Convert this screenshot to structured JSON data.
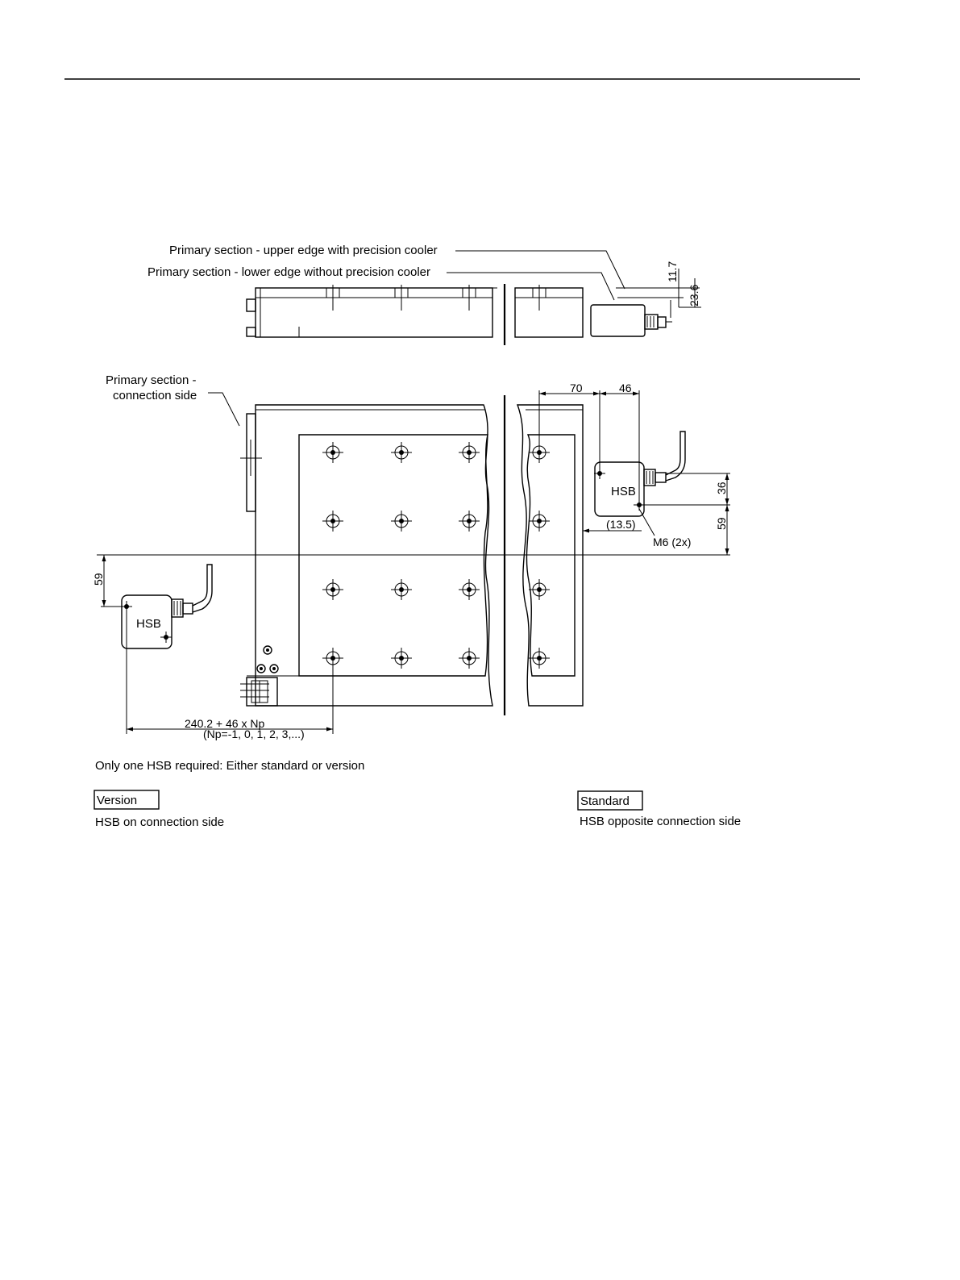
{
  "drawing": {
    "top_view_labels": {
      "upper_edge": "Primary section - upper edge with precision cooler",
      "lower_edge": "Primary section - lower edge without precision cooler"
    },
    "side_label": {
      "line1": "Primary section -",
      "line2": "connection side"
    },
    "dimensions": {
      "d_11_7": "11.7",
      "d_23_6": "23.6",
      "d_70": "70",
      "d_46": "46",
      "d_36": "36",
      "d_59_right": "59",
      "d_59_left": "59",
      "d_13_5": "(13.5)",
      "m6": "M6 (2x)",
      "formula": "240.2 + 46 x Np",
      "formula_np": "(Np=-1, 0, 1, 2, 3,...)"
    },
    "hsb_label_right": "HSB",
    "hsb_label_left": "HSB"
  },
  "notes": {
    "requirement": "Only one HSB required: Either standard or version",
    "version_tag": "Version",
    "version_desc": "HSB on connection side",
    "standard_tag": "Standard",
    "standard_desc": "HSB opposite connection side"
  }
}
